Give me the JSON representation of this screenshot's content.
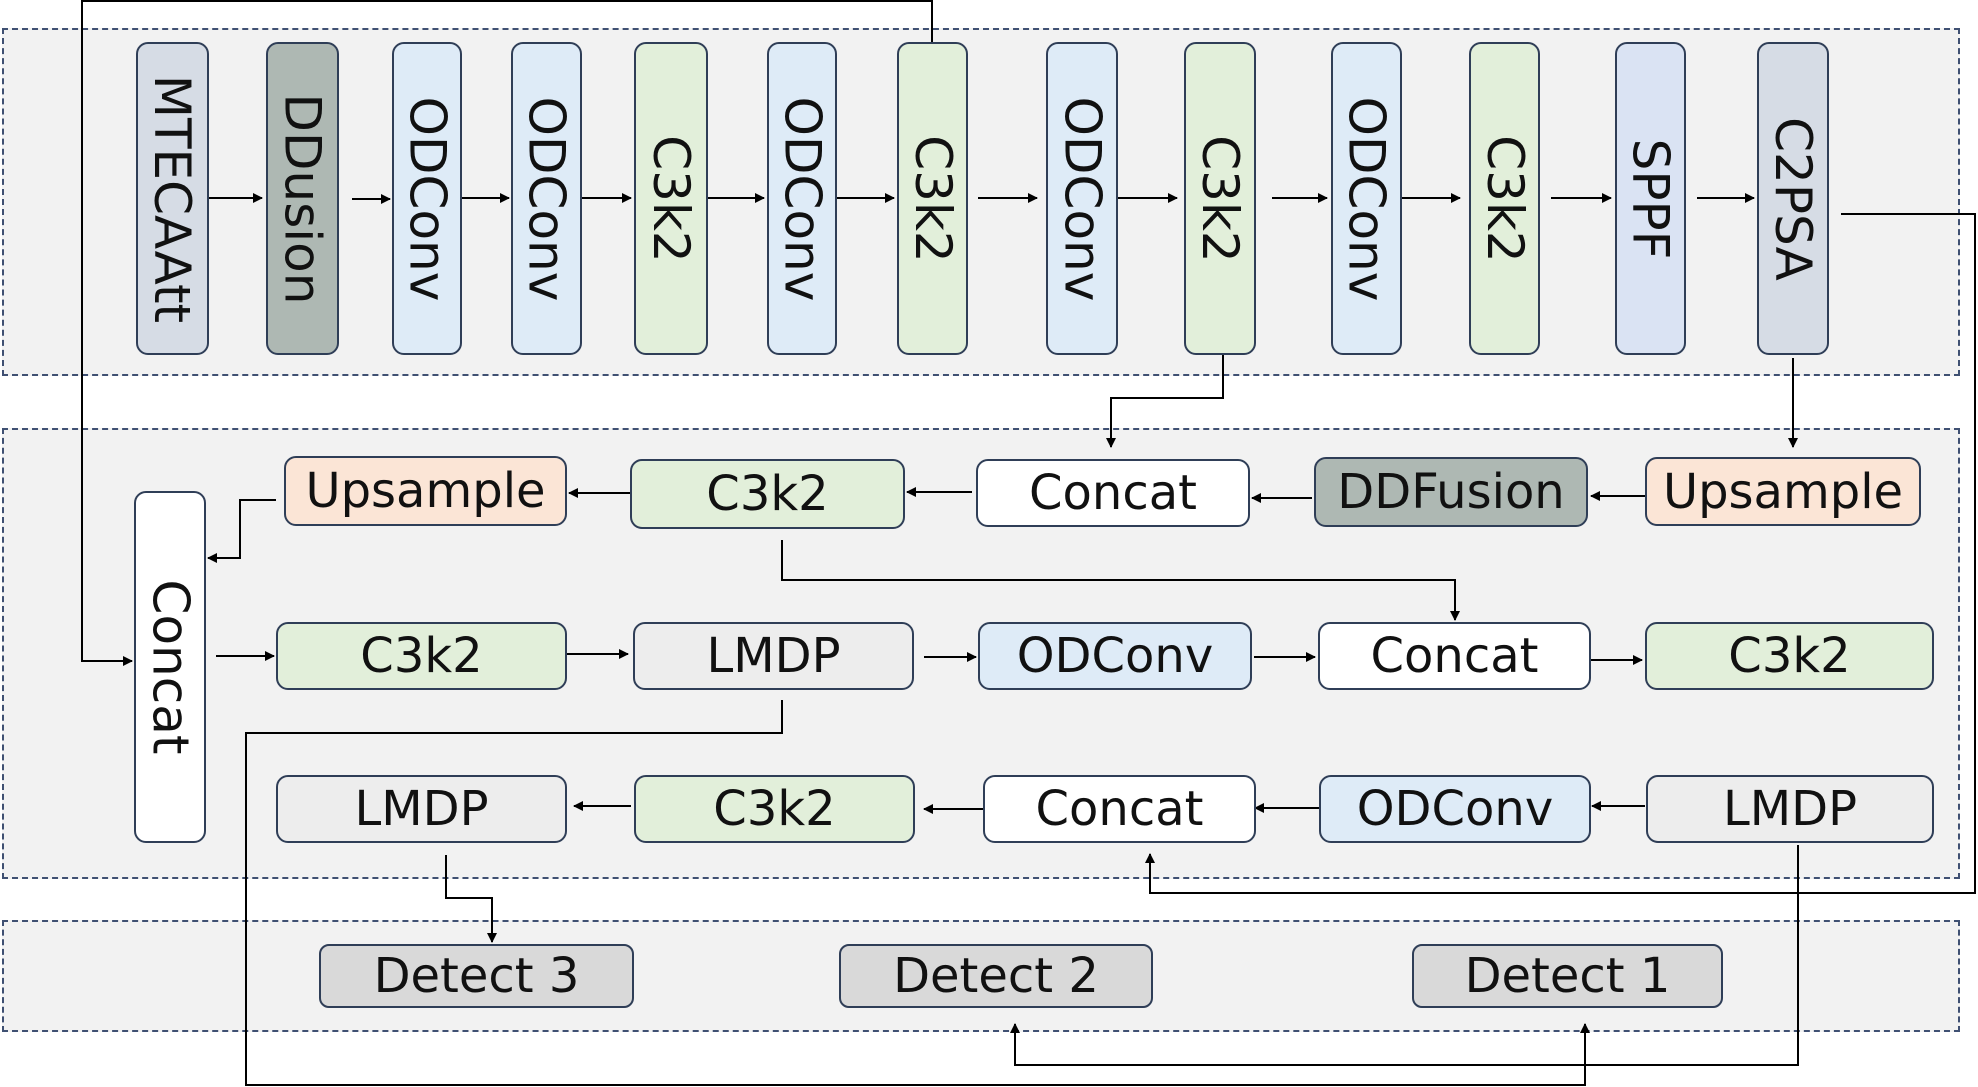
{
  "colors": {
    "green": "#e2efda",
    "blue": "#deebf7",
    "lightblue": "#dae3f3",
    "gray_blue": "#d6dce5",
    "dark_gray": "#aeb8b3",
    "orange": "#fbe5d6",
    "white": "#ffffff",
    "light_gray": "#ededed",
    "detect_gray": "#d9d9d9",
    "panel": "#f2f2f2",
    "border": "#3f5072"
  },
  "backbone": [
    {
      "label": "MTECAAtt"
    },
    {
      "label": "DDusion"
    },
    {
      "label": "ODConv"
    },
    {
      "label": "ODConv"
    },
    {
      "label": "C3k2"
    },
    {
      "label": "ODConv"
    },
    {
      "label": "C3k2"
    },
    {
      "label": "ODConv"
    },
    {
      "label": "C3k2"
    },
    {
      "label": "ODConv"
    },
    {
      "label": "C3k2"
    },
    {
      "label": "SPPF"
    },
    {
      "label": "C2PSA"
    }
  ],
  "neck": {
    "row1": [
      "Upsample",
      "C3k2",
      "Concat",
      "DDFusion",
      "Upsample"
    ],
    "concat_vertical": "Concat",
    "row2": [
      "C3k2",
      "LMDP",
      "ODConv",
      "Concat",
      "C3k2"
    ],
    "row3": [
      "LMDP",
      "C3k2",
      "Concat",
      "ODConv",
      "LMDP"
    ]
  },
  "head": [
    "Detect 3",
    "Detect 2",
    "Detect 1"
  ]
}
